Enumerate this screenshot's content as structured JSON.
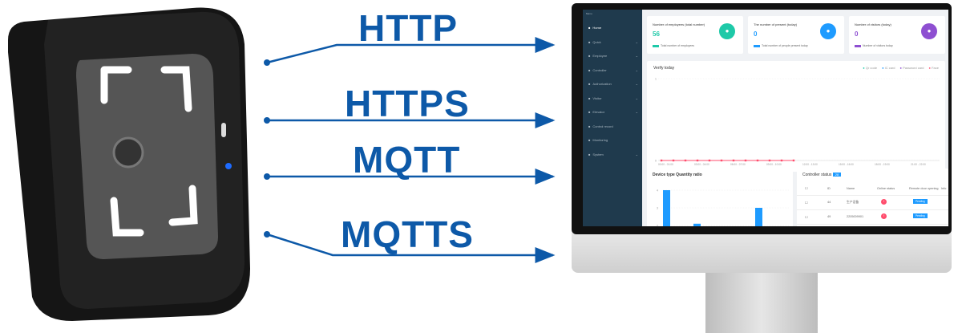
{
  "protocols": [
    {
      "label": "HTTP"
    },
    {
      "label": "HTTPS"
    },
    {
      "label": "MQTT"
    },
    {
      "label": "MQTTS"
    }
  ],
  "colors": {
    "protocol": "#0d59a8",
    "sidebar": "#1f3a4d",
    "teal": "#1ec9a8",
    "blue": "#1e9bff",
    "purple": "#8e4fd1",
    "red": "#ff4d6d"
  },
  "dashboard": {
    "menu_title": "Menu",
    "sidebar": [
      {
        "label": "Home",
        "icon": "home-icon"
      },
      {
        "label": "Quick",
        "icon": "send-icon"
      },
      {
        "label": "Employee",
        "icon": "user-icon"
      },
      {
        "label": "Controller",
        "icon": "device-icon"
      },
      {
        "label": "Authorization",
        "icon": "lock-icon"
      },
      {
        "label": "Visitor",
        "icon": "visitor-icon"
      },
      {
        "label": "Elevator",
        "icon": "elevator-icon"
      },
      {
        "label": "Control record",
        "icon": "record-icon"
      },
      {
        "label": "Monitoring",
        "icon": "monitor-icon"
      },
      {
        "label": "System",
        "icon": "gear-icon"
      }
    ],
    "stats": [
      {
        "title": "Number of employees (total number)",
        "value": "56",
        "note": "Total number of employees",
        "color": "#1ec9a8",
        "icon": "user-icon"
      },
      {
        "title": "The number of present (today)",
        "value": "0",
        "note": "Total number of people present today",
        "color": "#1e9bff",
        "icon": "card-icon"
      },
      {
        "title": "Number of visitors (today)",
        "value": "0",
        "note": "Number of visitors today",
        "color": "#8e4fd1",
        "icon": "visitor-icon"
      }
    ],
    "verify": {
      "title": "Verify today",
      "legend": [
        "Qr code",
        "IC card",
        "Password card",
        "Face"
      ],
      "y_ticks": [
        "1",
        "0"
      ],
      "x_ticks": [
        "00:00 - 01:00",
        "03:00 - 04:00",
        "06:00 - 07:00",
        "09:00 - 10:00",
        "12:00 - 13:00",
        "15:00 - 16:00",
        "18:00 - 19:00",
        "21:00 - 22:00"
      ]
    },
    "device_ratio": {
      "title": "Device type Quantity ratio",
      "y_ticks": [
        "4",
        "3",
        "2"
      ]
    },
    "controller": {
      "title": "Controller status",
      "count": "28",
      "headers": [
        "ID",
        "Name",
        "Online status",
        "Remote door opening",
        "Info"
      ],
      "rows": [
        {
          "id": "44",
          "name": "生产设备",
          "action": "Pending"
        },
        {
          "id": "49",
          "name": "2205009901",
          "action": "Pending"
        }
      ]
    }
  },
  "chart_data": [
    {
      "type": "line",
      "title": "Verify today",
      "series": [
        {
          "name": "Face",
          "values": [
            0,
            0,
            0,
            0,
            0,
            0,
            0,
            0,
            0,
            0,
            0,
            0
          ]
        }
      ],
      "ylim": [
        0,
        1
      ]
    },
    {
      "type": "bar",
      "title": "Device type Quantity ratio",
      "values": [
        4,
        2.1,
        3
      ],
      "ylim": [
        2,
        4
      ]
    }
  ]
}
